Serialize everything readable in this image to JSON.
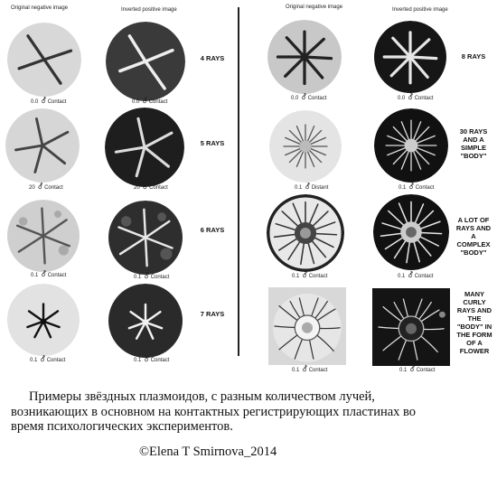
{
  "headers": {
    "left_original": "Original negative image",
    "left_inverted": "Inverted positive image",
    "right_original": "Original negative image",
    "right_inverted": "Inverted positive image"
  },
  "left_rows": [
    {
      "rays": "4 RAYS",
      "orig_label": "Contact",
      "orig_num": "0.0",
      "inv_label": "Contact",
      "inv_num": "0.0"
    },
    {
      "rays": "5 RAYS",
      "orig_label": "Contact",
      "orig_num": "20",
      "inv_label": "Contact",
      "inv_num": "20"
    },
    {
      "rays": "6 RAYS",
      "orig_label": "Contact",
      "orig_num": "0.1",
      "inv_label": "Contact",
      "inv_num": "0.1"
    },
    {
      "rays": "7 RAYS",
      "orig_label": "Contact",
      "orig_num": "0.1",
      "inv_label": "Contact",
      "inv_num": "0.1"
    }
  ],
  "right_rows": [
    {
      "rays": "8 RAYS",
      "orig_label": "Contact",
      "orig_num": "0.0",
      "inv_label": "Contact",
      "inv_num": "0.0"
    },
    {
      "rays": "30 RAYS AND A SIMPLE \"BODY\"",
      "orig_label": "Distant",
      "orig_num": "0.1",
      "inv_label": "Contact",
      "inv_num": "0.1"
    },
    {
      "rays": "A LOT OF RAYS AND A COMPLEX \"BODY\"",
      "orig_label": "Contact",
      "orig_num": "0.1",
      "inv_label": "Contact",
      "inv_num": "0.1"
    },
    {
      "rays": "MANY CURLY RAYS AND THE \"BODY\" IN THE FORM OF A FLOWER",
      "orig_label": "Contact",
      "orig_num": "0.1",
      "inv_label": "Contact",
      "inv_num": "0.1"
    }
  ],
  "caption": {
    "line1": "Примеры звёздных плазмоидов,  с разным количеством лучей,",
    "line2": "возникающих в основном на контактных регистрирующих пластинах во",
    "line3": "время психологических экспериментов.",
    "credit": "©Elena T Smirnova_2014"
  },
  "colors": {
    "plate_light": "#d8d8d8",
    "plate_dark": "#2a2a2a",
    "ray_dark": "#333333",
    "ray_light": "#f2f2f2"
  },
  "icons": {
    "contact_symbol": "female-male-sign-icon"
  }
}
